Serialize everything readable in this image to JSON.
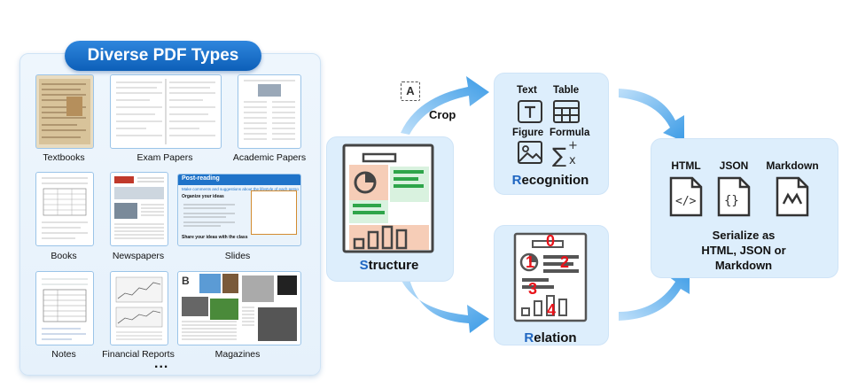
{
  "header": {
    "title": "Diverse PDF Types"
  },
  "pdf_types": [
    "Textbooks",
    "Exam Papers",
    "Academic Papers",
    "Books",
    "Newspapers",
    "Slides",
    "Notes",
    "Financial Reports",
    "Magazines"
  ],
  "more": "...",
  "slide_thumb": {
    "title": "Post-reading",
    "subtitle": "Make comments and suggestions about the lifestyle of each person.",
    "b1": "Organize your ideas",
    "b2": "Share your ideas with the class"
  },
  "crop": {
    "label": "Crop",
    "icon_letter": "A"
  },
  "structure": {
    "first": "S",
    "rest": "tructure"
  },
  "recognition": {
    "first": "R",
    "rest": "ecognition",
    "items": [
      "Text",
      "Table",
      "Figure",
      "Formula"
    ]
  },
  "relation": {
    "first": "R",
    "rest": "elation",
    "numbers": [
      "0",
      "1",
      "2",
      "3",
      "4"
    ]
  },
  "serialize": {
    "formats": [
      "HTML",
      "JSON",
      "Markdown"
    ],
    "line1": "Serialize as",
    "line2": "HTML, JSON or",
    "line3": "Markdown"
  },
  "colors": {
    "accent_blue": "#1f66c1",
    "panel_bg": "#ddeefc",
    "number_red": "#e8141b"
  }
}
